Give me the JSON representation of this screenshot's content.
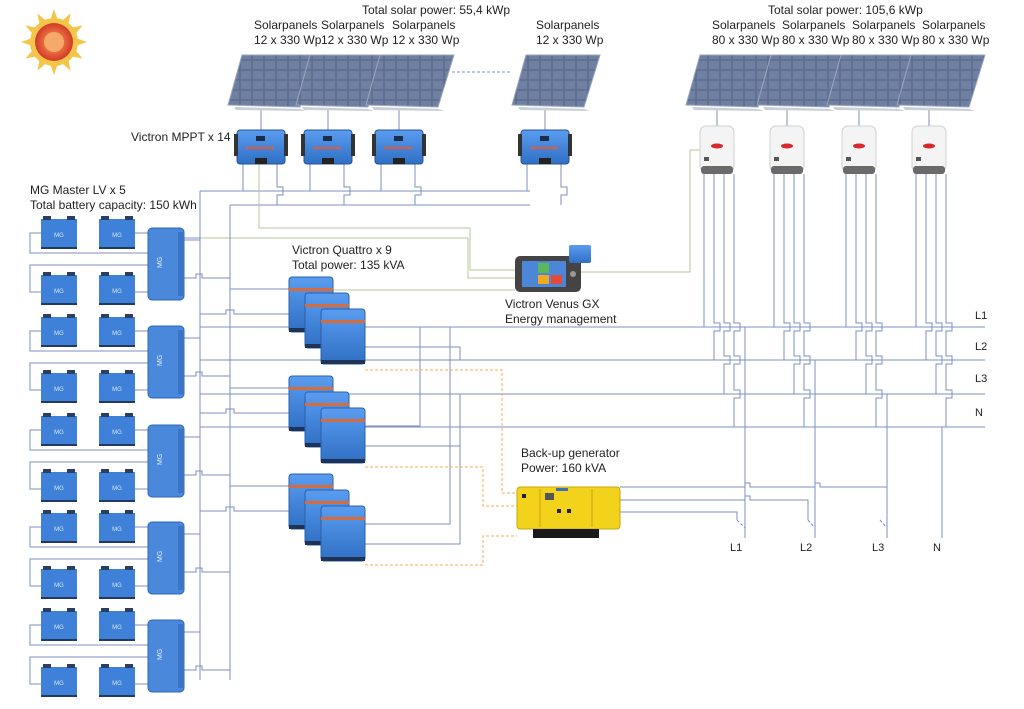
{
  "title": "Hybrid solar + battery microgrid wiring diagram",
  "sun": {
    "icon": "sun-icon"
  },
  "dc_solar": {
    "total_label": "Total solar power: 55,4 kWp",
    "arrays": [
      {
        "line1": "Solarpanels",
        "line2": "12 x 330 Wp"
      },
      {
        "line1": "Solarpanels",
        "line2": "12 x 330 Wp"
      },
      {
        "line1": "Solarpanels",
        "line2": "12 x 330 Wp"
      },
      {
        "line1": "Solarpanels",
        "line2": "12 x 330 Wp"
      }
    ],
    "mppt_label": "Victron MPPT x 14"
  },
  "ac_solar": {
    "total_label": "Total solar power: 105,6 kWp",
    "arrays": [
      {
        "line1": "Solarpanels",
        "line2": "80 x 330 Wp"
      },
      {
        "line1": "Solarpanels",
        "line2": "80 x 330 Wp"
      },
      {
        "line1": "Solarpanels",
        "line2": "80 x 330 Wp"
      },
      {
        "line1": "Solarpanels",
        "line2": "80 x 330 Wp"
      }
    ]
  },
  "battery": {
    "line1": "MG Master LV x 5",
    "line2": "Total battery capacity: 150 kWh",
    "module_badge": "MG",
    "master_badge": "MG"
  },
  "quattro": {
    "line1": "Victron Quattro x 9",
    "line2": "Total power: 135 kVA"
  },
  "venus": {
    "line1": "Victron Venus GX",
    "line2": "Energy management"
  },
  "generator": {
    "line1": "Back-up generator",
    "line2": "Power: 160 kVA"
  },
  "bus_labels": [
    "L1",
    "L2",
    "L3",
    "N"
  ],
  "gen_outputs": [
    "L1",
    "L2",
    "L3",
    "N"
  ],
  "colors": {
    "wire": "#7f8fc0",
    "comm_wire": "#b9c79a",
    "gen_wire": "#f0b050",
    "victron_blue": "#3b7fd6",
    "generator_yellow": "#f2d21a"
  }
}
